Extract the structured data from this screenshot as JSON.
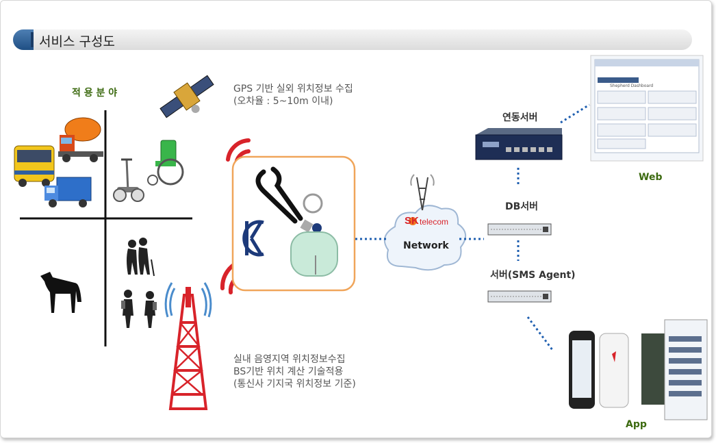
{
  "header": {
    "title": "서비스 구성도"
  },
  "application_area": {
    "title": "적 용 분 야"
  },
  "gps_note": {
    "line1": "GPS 기반 실외 위치정보 수집",
    "line2": "(오차율 : 5~10m 이내)"
  },
  "indoor_note": {
    "line1": "실내 음영지역 위치정보수집",
    "line2": "BS기반 위치 계산 기술적용",
    "line3": "(통신사 기지국 위치정보 기준)"
  },
  "network": {
    "brand": "SK",
    "brand_sub": "telecom",
    "label": "Network"
  },
  "servers": {
    "link_server": "연동서버",
    "db_server": "DB서버",
    "sms_server": "서버(SMS Agent)"
  },
  "clients": {
    "web": "Web",
    "app": "App"
  },
  "web_screen": {
    "heading": "Shepherd Dashboard"
  },
  "colors": {
    "accent": "#2f69a3",
    "device_frame": "#f0a55a",
    "signal": "#d8232a",
    "label_green": "#3c6a10",
    "link": "#1f5fb0"
  }
}
